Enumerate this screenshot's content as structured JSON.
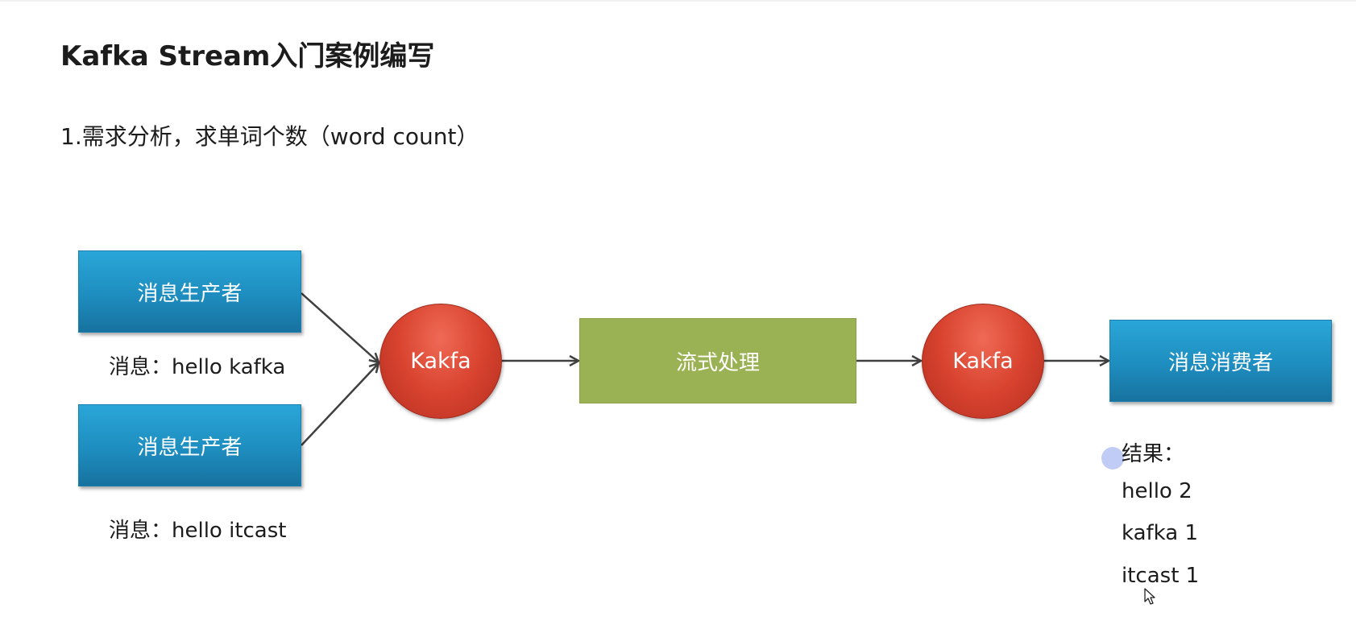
{
  "title": "Kafka Stream入门案例编写",
  "subtitle": "1.需求分析，求单词个数（word count）",
  "diagram": {
    "producer1": {
      "label": "消息生产者",
      "message": "消息：hello kafka"
    },
    "producer2": {
      "label": "消息生产者",
      "message": "消息：hello itcast"
    },
    "kafka1": {
      "label": "Kakfa"
    },
    "stream": {
      "label": "流式处理"
    },
    "kafka2": {
      "label": "Kakfa"
    },
    "consumer": {
      "label": "消息消费者"
    },
    "result": {
      "heading": "结果：",
      "lines": [
        "hello 2",
        "kafka 1",
        "itcast 1"
      ]
    }
  },
  "colors": {
    "box_blue": "#1e8dbf",
    "box_green": "#9bb254",
    "kafka_red": "#d8432f",
    "arrow": "#404040"
  }
}
